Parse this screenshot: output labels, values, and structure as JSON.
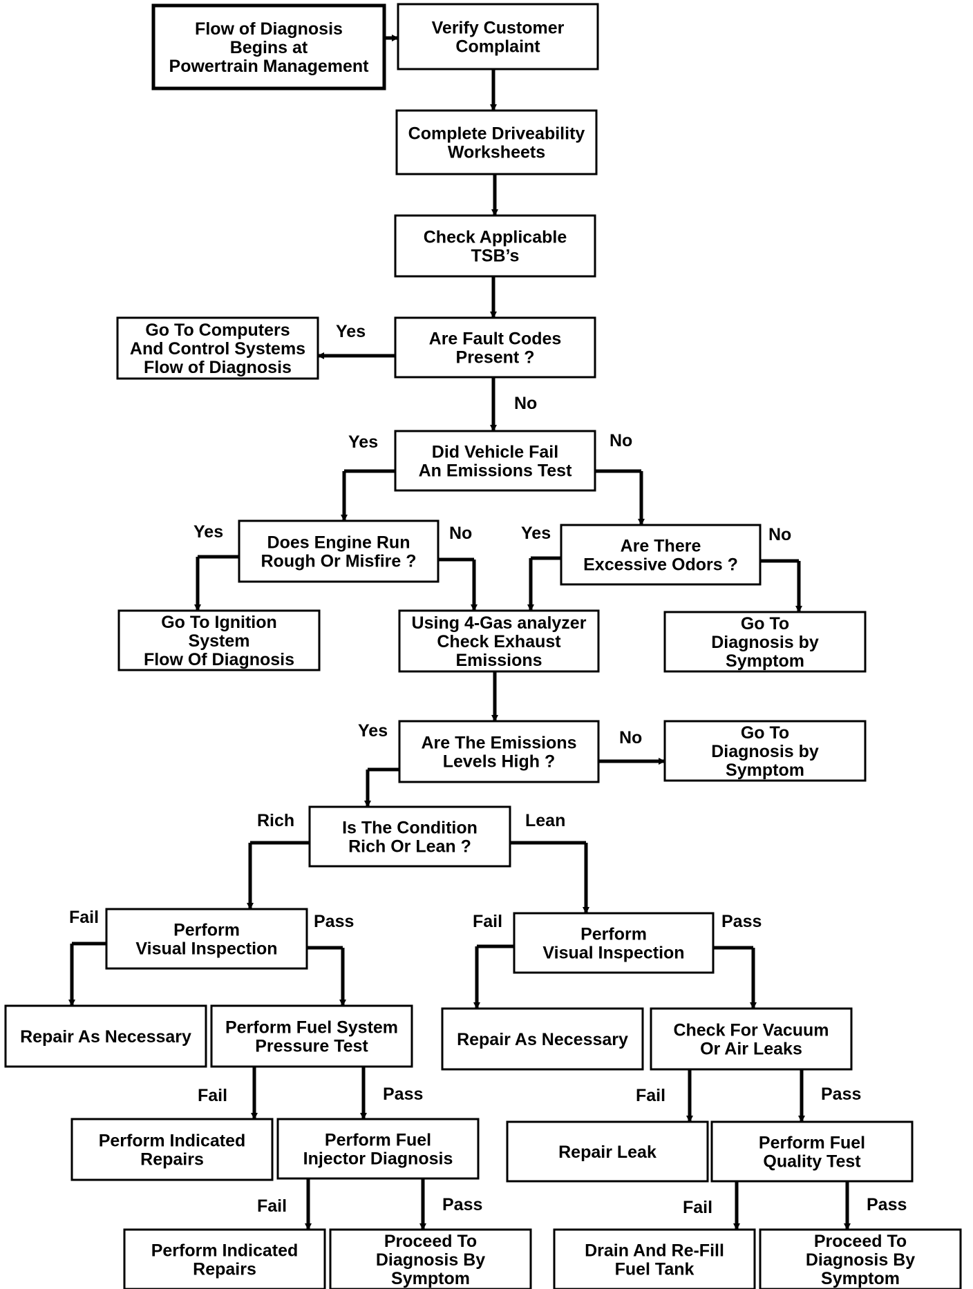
{
  "nodes": {
    "start": [
      "Flow of Diagnosis",
      "Begins at",
      "Powertrain Management"
    ],
    "verify": [
      "Verify Customer",
      "Complaint"
    ],
    "worksheets": [
      "Complete Driveability",
      "Worksheets"
    ],
    "tsb": [
      "Check Applicable",
      "TSB’s"
    ],
    "fault_codes": [
      "Are Fault Codes",
      "Present ?"
    ],
    "computers": [
      "Go To Computers",
      "And Control Systems",
      "Flow of Diagnosis"
    ],
    "emissions_fail": [
      "Did Vehicle Fail",
      "An Emissions Test"
    ],
    "rough": [
      "Does Engine Run",
      "Rough Or Misfire ?"
    ],
    "odors": [
      "Are There",
      "Excessive Odors ?"
    ],
    "ignition": [
      "Go To Ignition",
      "System",
      "Flow Of Diagnosis"
    ],
    "four_gas": [
      "Using 4-Gas analyzer",
      "Check Exhaust",
      "Emissions"
    ],
    "symptom1": [
      "Go To",
      "Diagnosis by",
      "Symptom"
    ],
    "levels_high": [
      "Are The Emissions",
      "Levels High ?"
    ],
    "symptom2": [
      "Go To",
      "Diagnosis by",
      "Symptom"
    ],
    "rich_lean": [
      "Is The Condition",
      "Rich Or Lean ?"
    ],
    "visual_rich": [
      "Perform",
      "Visual Inspection"
    ],
    "visual_lean": [
      "Perform",
      "Visual Inspection"
    ],
    "repair_rich": [
      "Repair As Necessary"
    ],
    "fuel_pressure": [
      "Perform Fuel System",
      "Pressure Test"
    ],
    "repair_lean": [
      "Repair As Necessary"
    ],
    "vacuum": [
      "Check For Vacuum",
      "Or Air Leaks"
    ],
    "indicated1": [
      "Perform Indicated",
      "Repairs"
    ],
    "injector": [
      "Perform Fuel",
      "Injector Diagnosis"
    ],
    "repair_leak": [
      "Repair  Leak"
    ],
    "fuel_quality": [
      "Perform Fuel",
      "Quality Test"
    ],
    "indicated2": [
      "Perform Indicated",
      "Repairs"
    ],
    "proceed1": [
      "Proceed To",
      "Diagnosis By",
      "Symptom"
    ],
    "drain": [
      "Drain And Re-Fill",
      "Fuel Tank"
    ],
    "proceed2": [
      "Proceed To",
      "Diagnosis By",
      "Symptom"
    ]
  },
  "edge_labels": {
    "fault_yes": "Yes",
    "fault_no": "No",
    "emis_yes": "Yes",
    "emis_no": "No",
    "rough_yes": "Yes",
    "rough_no": "No",
    "odors_yes": "Yes",
    "odors_no": "No",
    "levels_yes": "Yes",
    "levels_no": "No",
    "rich": "Rich",
    "lean": "Lean",
    "vr_fail": "Fail",
    "vr_pass": "Pass",
    "vl_fail": "Fail",
    "vl_pass": "Pass",
    "fp_fail": "Fail",
    "fp_pass": "Pass",
    "vac_fail": "Fail",
    "vac_pass": "Pass",
    "inj_fail": "Fail",
    "inj_pass": "Pass",
    "fq_fail": "Fail",
    "fq_pass": "Pass"
  }
}
